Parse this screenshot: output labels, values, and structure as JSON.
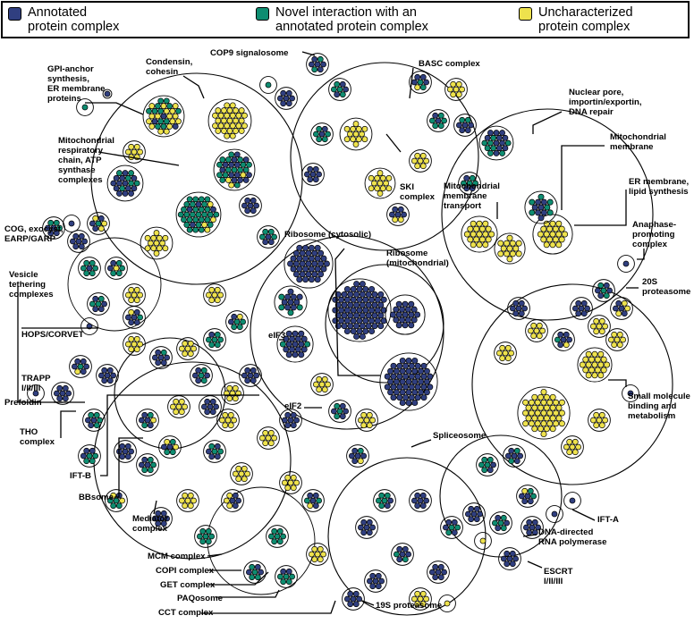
{
  "legend": {
    "annotated": {
      "line1": "Annotated",
      "line2": "protein complex",
      "color": "#303f80"
    },
    "novel": {
      "line1": "Novel interaction with an",
      "line2": "annotated protein complex",
      "color": "#0e8d71"
    },
    "uncharacterized": {
      "line1": "Uncharacterized",
      "line2": "protein complex",
      "color": "#eee24d"
    }
  },
  "colors": {
    "outline": "#000000",
    "leader": "#000000"
  },
  "labels": {
    "cop9": "COP9 signalosome",
    "condensin": [
      "Condensin,",
      "cohesin"
    ],
    "gpi": [
      "GPI-anchor",
      "synthesis,",
      "ER membrane",
      "proteins"
    ],
    "mito_resp": [
      "Mitochondrial",
      "respiratory",
      "chain, ATP",
      "synthase",
      "complexes"
    ],
    "basc": "BASC complex",
    "ski": [
      "SKI",
      "complex"
    ],
    "nuclear_pore": [
      "Nuclear pore,",
      "importin/exportin,",
      "DNA repair"
    ],
    "mito_membrane": [
      "Mitochondrial",
      "membrane"
    ],
    "mito_transport": [
      "Mitochondrial",
      "membrane",
      "transport"
    ],
    "er_lipid": [
      "ER membrane,",
      "lipid synthesis"
    ],
    "anaphase": [
      "Anaphase-",
      "promoting",
      "complex"
    ],
    "cog": [
      "COG, exocyst,",
      "EARP/GARP"
    ],
    "vesicle": [
      "Vesicle",
      "tethering",
      "complexes"
    ],
    "ribo_cyto": "Ribosome (cytosolic)",
    "ribo_mito": [
      "Ribosome",
      "(mitochondrial)"
    ],
    "proteasome20s": [
      "20S",
      "proteasome"
    ],
    "hops": "HOPS/CORVET",
    "eif3": "eIF3",
    "trapp": [
      "TRAPP",
      "I/II/III"
    ],
    "small_mol": [
      "Small molecule",
      "binding and",
      "metabolism"
    ],
    "prefoldin": "Prefoldin",
    "eif2": "eIF2",
    "spliceosome": "Spliceosome",
    "tho": [
      "THO",
      "complex"
    ],
    "iftb": "IFT-B",
    "bbsome": "BBsome",
    "mediator": [
      "Mediator",
      "complex"
    ],
    "ifta": "IFT-A",
    "dna_pol": [
      "DNA-directed",
      "RNA polymerase"
    ],
    "mcm": "MCM complex",
    "copi": "COPI complex",
    "get": "GET complex",
    "escrt": [
      "ESCRT",
      "I/II/III"
    ],
    "paq": "PAQosome",
    "cct": "CCT complex",
    "prot19s": "19S proteasome"
  }
}
